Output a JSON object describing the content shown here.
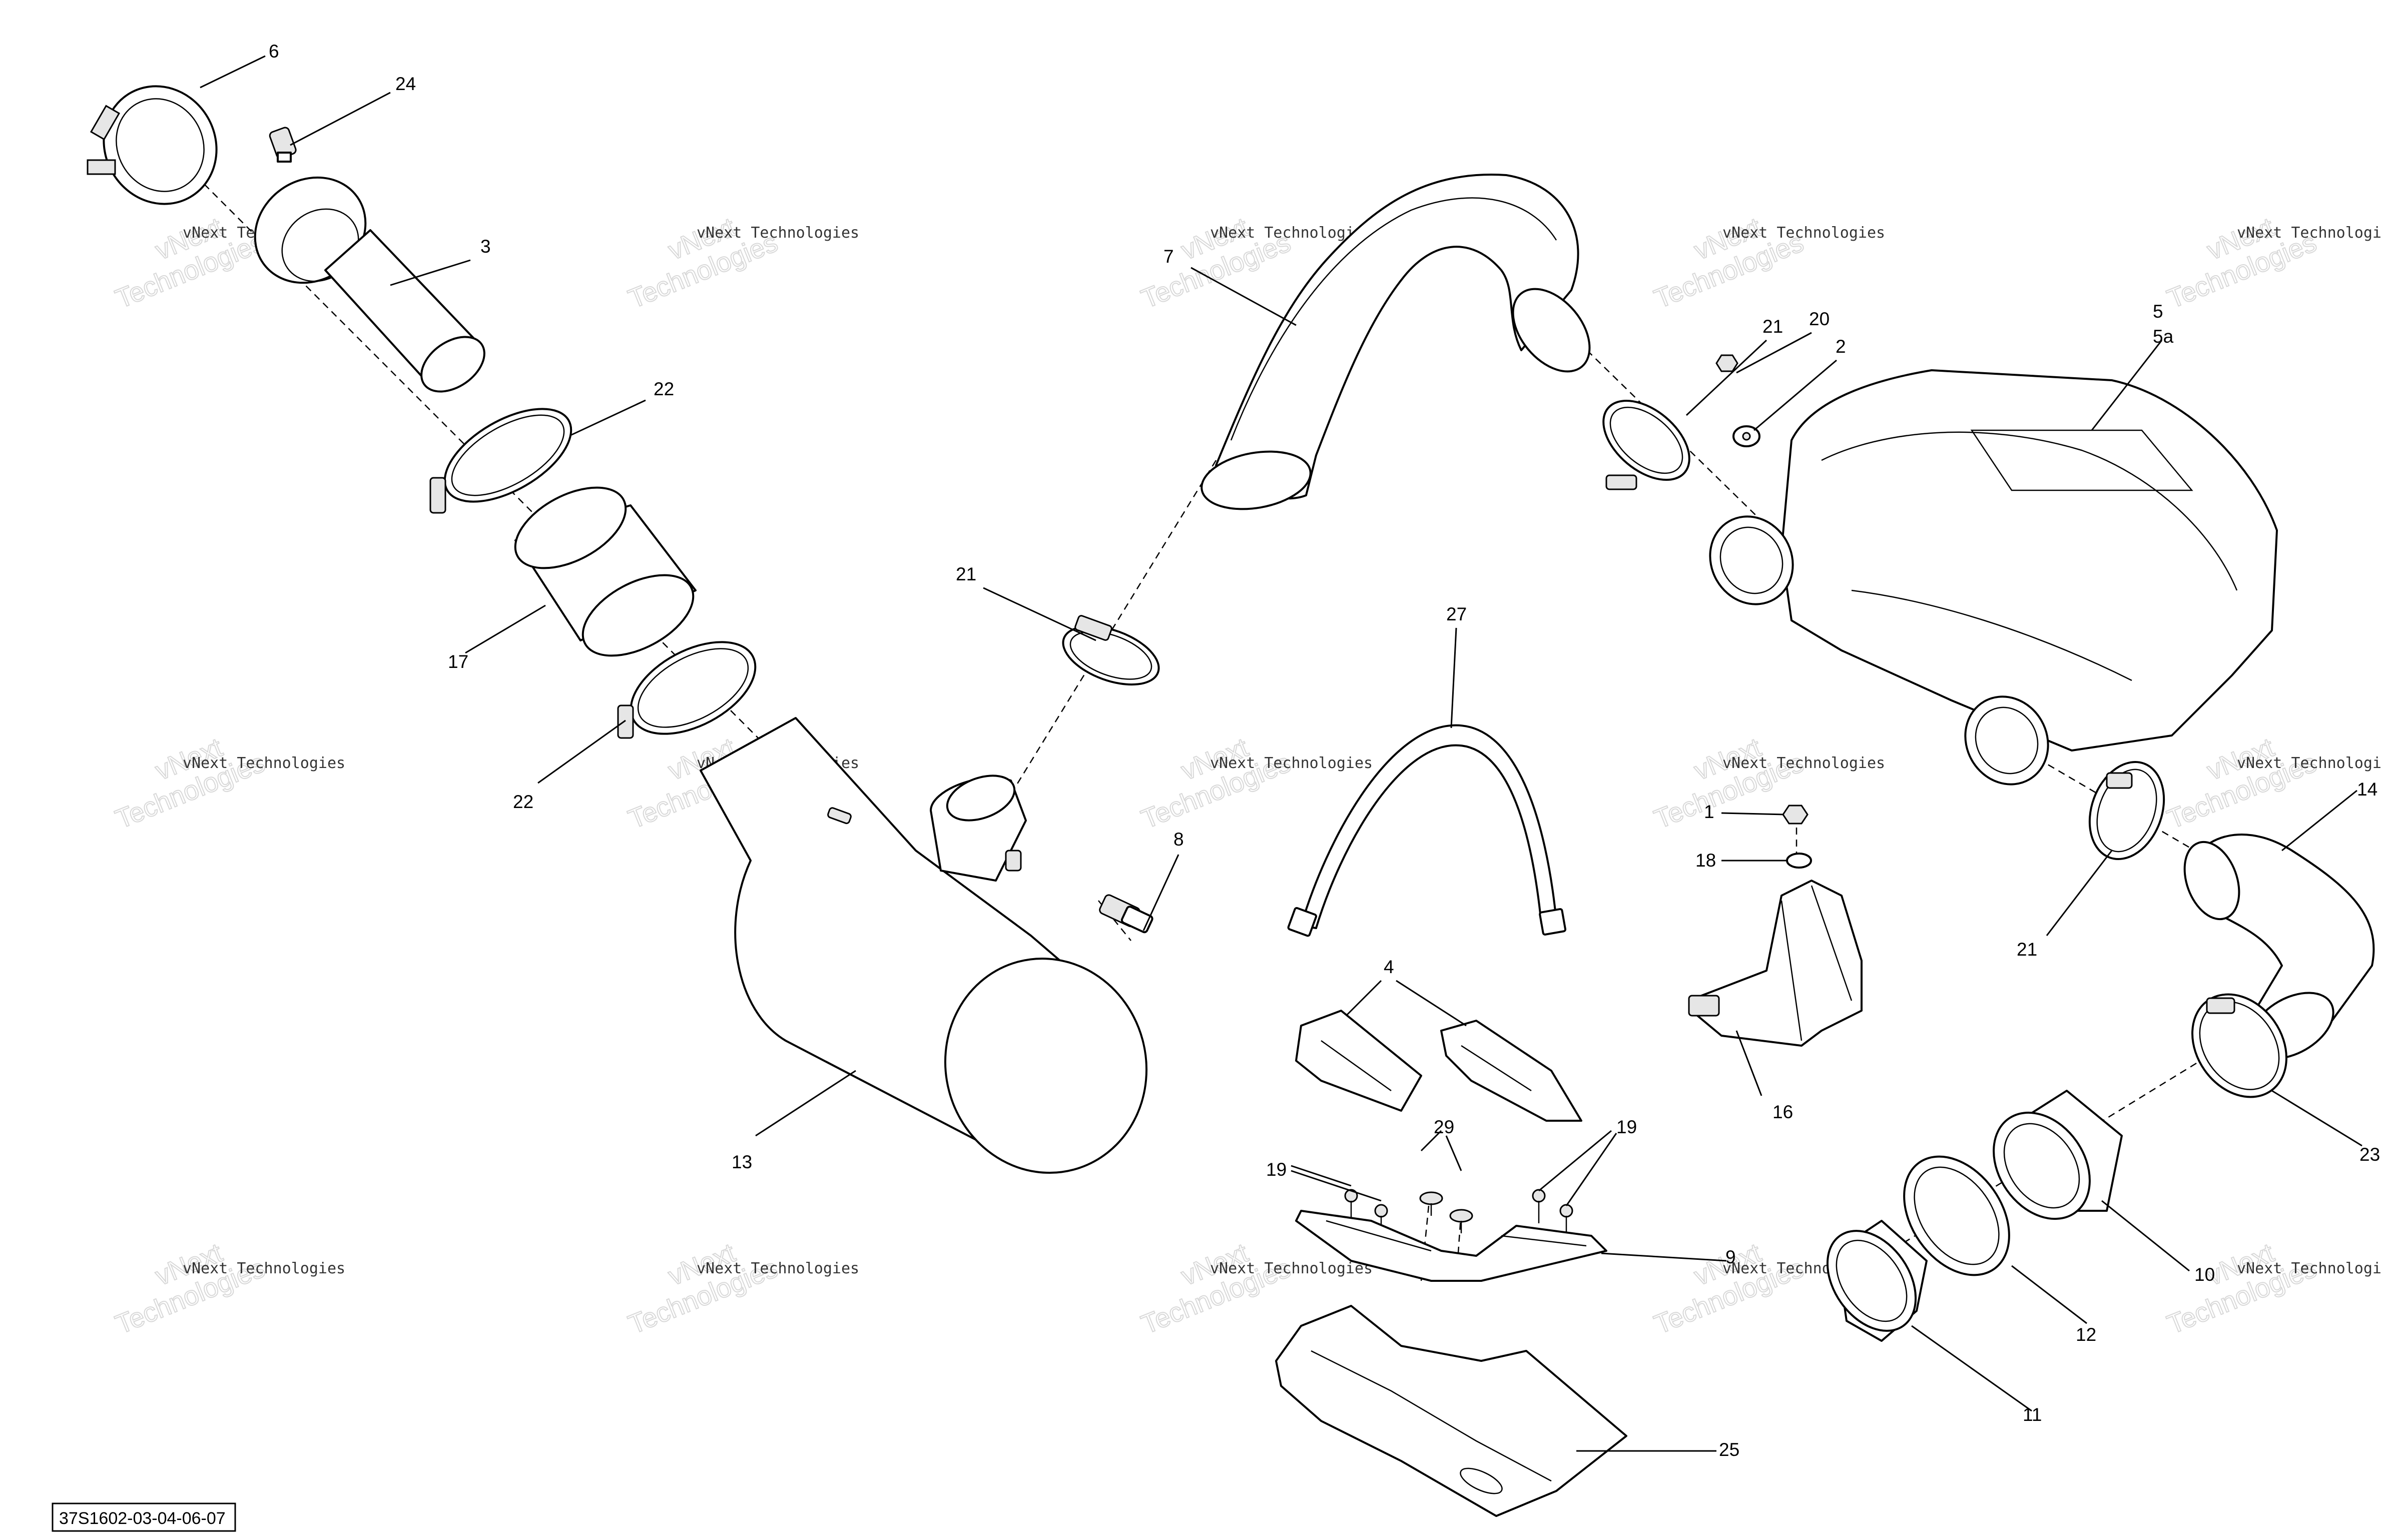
{
  "diagram": {
    "reference_code": "37S1602-03-04-06-07",
    "watermark_line1": "vNext",
    "watermark_line2": "Technologies",
    "watermark_small": "vNext Technologies",
    "callouts": {
      "c6": "6",
      "c24": "24",
      "c3": "3",
      "c22a": "22",
      "c17": "17",
      "c22b": "22",
      "c13": "13",
      "c7": "7",
      "c21a": "21",
      "c8": "8",
      "c27": "27",
      "c4": "4",
      "c29": "29",
      "c19a": "19",
      "c19b": "19",
      "c9": "9",
      "c25": "25",
      "c21b": "21",
      "c20": "20",
      "c2": "2",
      "c5": "5",
      "c5a": "5a",
      "c1": "1",
      "c18": "18",
      "c16": "16",
      "c21c": "21",
      "c14": "14",
      "c23": "23",
      "c10": "10",
      "c12": "12",
      "c11": "11"
    }
  }
}
